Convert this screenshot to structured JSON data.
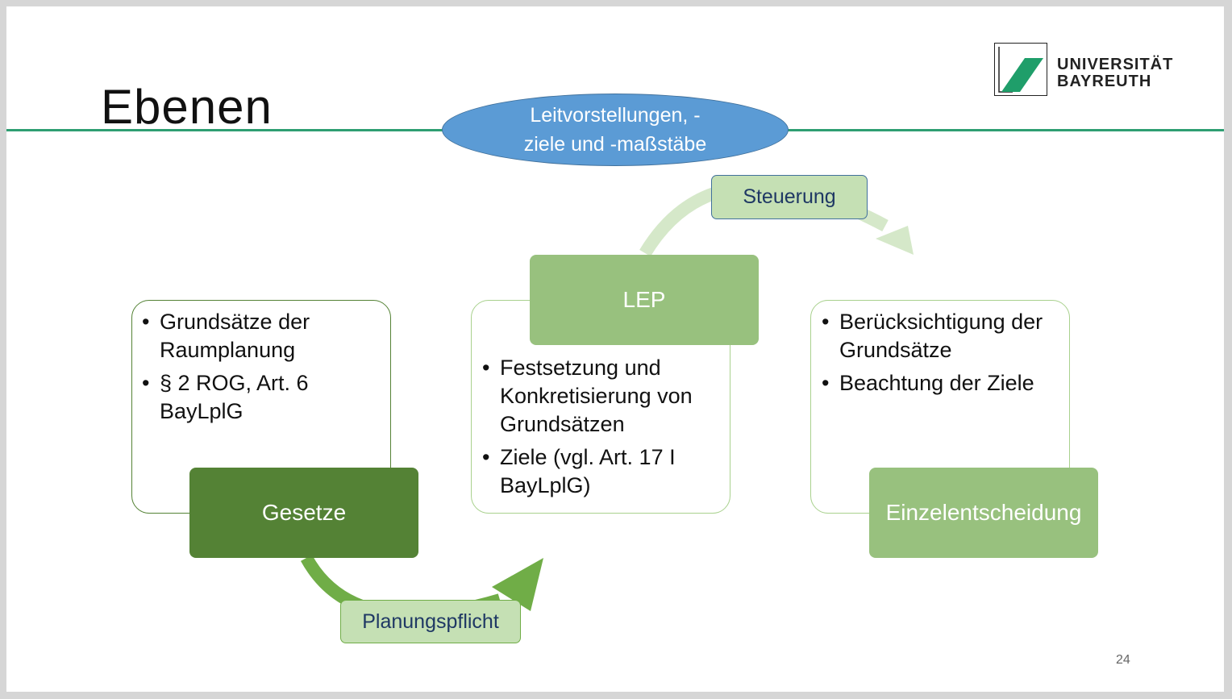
{
  "slide": {
    "title": "Ebenen",
    "page_number": "24"
  },
  "logo": {
    "line1": "UNIVERSITÄT",
    "line2": "BAYREUTH"
  },
  "top_node": {
    "line1": "Leitvorstellungen, -",
    "line2": "ziele und -maßstäbe"
  },
  "levels": [
    {
      "header": "Gesetze",
      "bullets": [
        "Grundsätze der Raumplanung",
        "§ 2 ROG, Art. 6 BayLplG"
      ]
    },
    {
      "header": "LEP",
      "bullets": [
        "Festsetzung und Konkretisierung von Grundsätzen",
        "Ziele (vgl. Art. 17 I BayLplG)"
      ]
    },
    {
      "header": "Einzelentscheidung",
      "bullets": [
        "Berücksichtigung der Grundsätze",
        "Beachtung der Ziele"
      ]
    }
  ],
  "connectors": {
    "planning": "Planungspflicht",
    "steering": "Steuerung"
  },
  "colors": {
    "accent_rule": "#2e9e72",
    "dark_green": "#548235",
    "light_green": "#98c17e",
    "label_fill": "#c5e0b4",
    "ellipse_blue": "#5b9bd5"
  }
}
